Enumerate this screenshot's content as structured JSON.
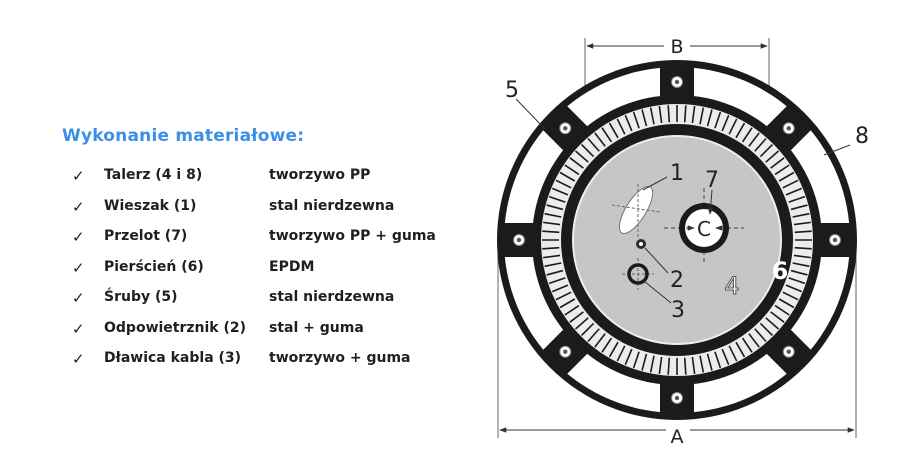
{
  "heading": "Wykonanie materiałowe:",
  "check_glyph": "✓",
  "materials": [
    {
      "name": "Talerz (4 i 8)",
      "value": "tworzywo PP"
    },
    {
      "name": "Wieszak (1)",
      "value": "stal nierdzewna"
    },
    {
      "name": "Przelot (7)",
      "value": "tworzywo PP + guma"
    },
    {
      "name": "Pierścień (6)",
      "value": "EPDM"
    },
    {
      "name": "Śruby (5)",
      "value": "stal nierdzewna"
    },
    {
      "name": "Odpowietrznik (2)",
      "value": "stal + guma"
    },
    {
      "name": "Dławica kabla (3)",
      "value": "tworzywo + guma"
    }
  ],
  "drawing": {
    "dimension_a": "A",
    "dimension_b": "B",
    "callouts": {
      "hanger": "1",
      "vent": "2",
      "cable_gland": "3",
      "plate": "4",
      "bolts": "5",
      "ring": "6",
      "passage": "7",
      "outer_plate": "8"
    },
    "passage_letter": "C"
  },
  "colors": {
    "accent": "#3b8fe6",
    "inner_plate": "#c8c8c8",
    "ring": "#1a1a1a",
    "gasket": "#e8e8e8"
  }
}
